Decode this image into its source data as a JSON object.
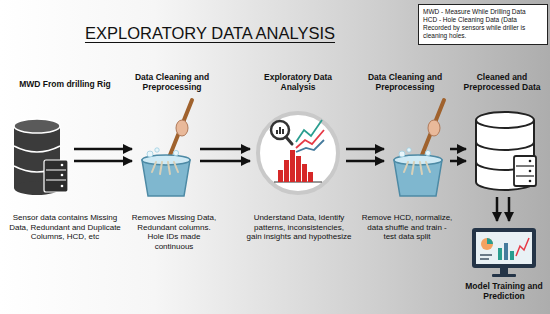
{
  "diagram": {
    "title": "EXPLORATORY DATA ANALYSIS",
    "nodes": [
      {
        "text": [
          "MWD - Measure While Drilling Data",
          "HCD - Hole Cleaning Data (Data Recorded by sensors while driller is cleaning holes."
        ]
      },
      {
        "text": [
          "MWD From drilling Rig",
          "Sensor data contains Missing Data, Redundant and Duplicate Columns, HCD, etc"
        ]
      },
      {
        "text": [
          "Data Cleaning and Preprocessing",
          "Removes Missing Data, Redundant columns. Hole IDs made continuous"
        ]
      },
      {
        "text": [
          "Exploratory Data Analysis",
          "Understand Data, Identify patterns, inconsistencies, gain insights and hypothesize"
        ]
      },
      {
        "text": [
          "Data Cleaning and Preprocessing",
          "Remove HCD, normalize, data shuffle and train - test data split"
        ]
      },
      {
        "text": [
          "Cleaned and Preprocessed Data"
        ]
      },
      {
        "text": [
          "Model Training and Prediction"
        ]
      }
    ],
    "edges": [
      {
        "from": 1,
        "to": 2,
        "arrow": "to"
      },
      {
        "from": 1,
        "to": 2,
        "arrow": "to"
      },
      {
        "from": 2,
        "to": 3,
        "arrow": "to"
      },
      {
        "from": 2,
        "to": 3,
        "arrow": "to"
      },
      {
        "from": 3,
        "to": 4,
        "arrow": "to"
      },
      {
        "from": 3,
        "to": 4,
        "arrow": "to"
      },
      {
        "from": 4,
        "to": 5,
        "arrow": "to"
      },
      {
        "from": 4,
        "to": 5,
        "arrow": "to"
      },
      {
        "from": 5,
        "to": 6,
        "arrow": "to"
      },
      {
        "from": 5,
        "to": 6,
        "arrow": "to"
      }
    ]
  }
}
